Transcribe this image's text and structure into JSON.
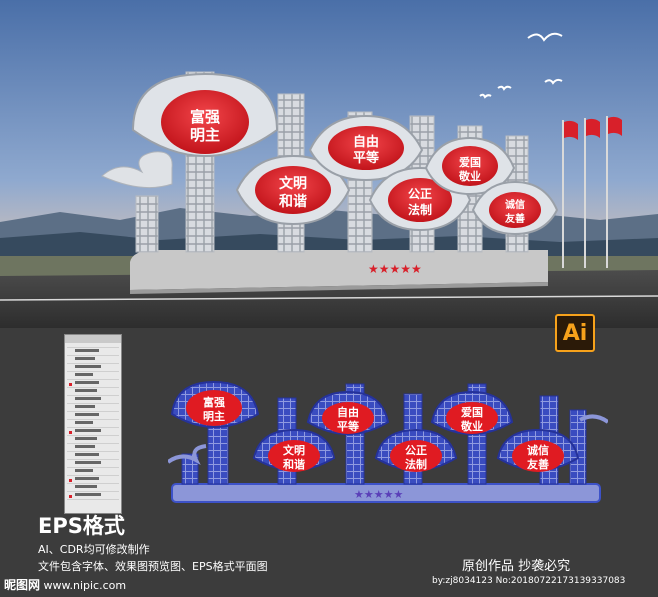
{
  "slogans": [
    {
      "line1": "富强",
      "line2": "明主"
    },
    {
      "line1": "文明",
      "line2": "和谐"
    },
    {
      "line1": "自由",
      "line2": "平等"
    },
    {
      "line1": "公正",
      "line2": "法制"
    },
    {
      "line1": "爱国",
      "line2": "敬业"
    },
    {
      "line1": "诚信",
      "line2": "友善"
    }
  ],
  "badge": {
    "label": "Ai"
  },
  "format_title": "EPS格式",
  "desc_line1": "AI、CDR均可修改制作",
  "desc_line2": "文件包含字体、效果图预览图、EPS格式平面图",
  "original_notice": "原创作品  抄袭必究",
  "byline": "by:zj8034123 No:20180722173139337083",
  "watermark": {
    "name": "昵图网",
    "url": "www.nipic.com"
  },
  "colors": {
    "accent_red": "#e01b22",
    "frame_blue": "#3d52c8",
    "ai_orange": "#f7a21b"
  }
}
